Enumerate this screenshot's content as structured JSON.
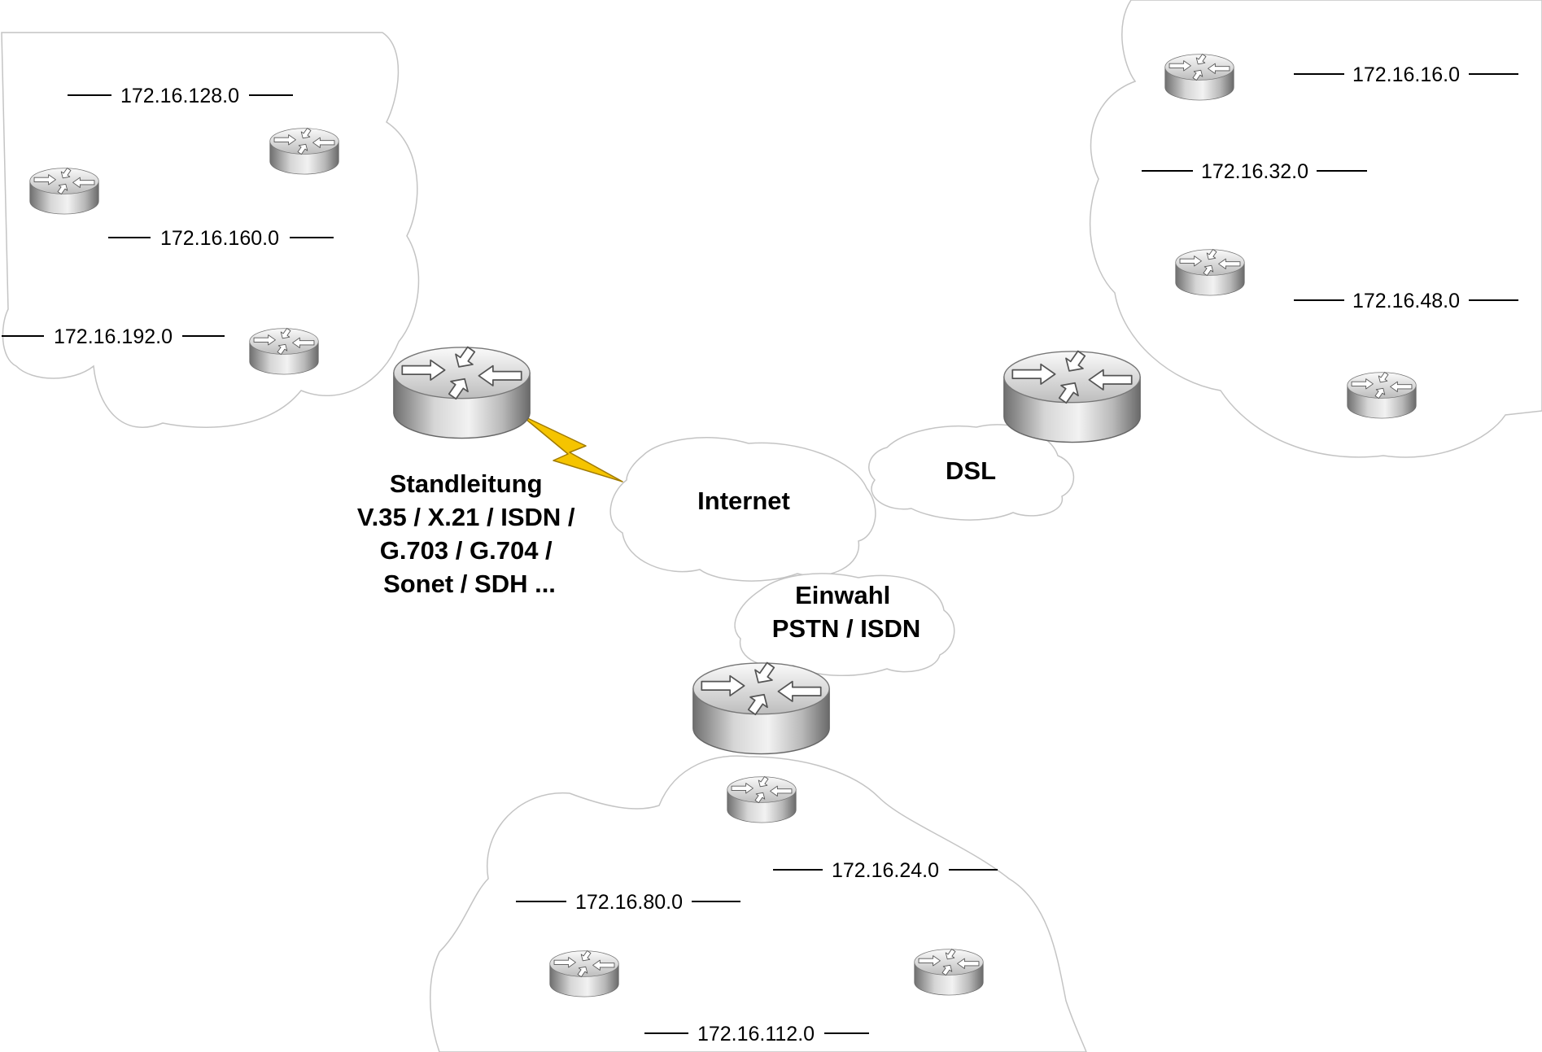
{
  "links": {
    "leased_line": [
      "Standleitung",
      "V.35 / X.21 / ISDN /",
      "G.703 / G.704 /",
      "Sonet / SDH ..."
    ],
    "internet": "Internet",
    "dsl": "DSL",
    "dialup": [
      "Einwahl",
      "PSTN / ISDN"
    ]
  },
  "sites": {
    "west": {
      "subnets": [
        "172.16.128.0",
        "172.16.160.0",
        "172.16.192.0"
      ]
    },
    "east": {
      "subnets": [
        "172.16.16.0",
        "172.16.32.0",
        "172.16.48.0"
      ]
    },
    "south": {
      "subnets": [
        "172.16.80.0",
        "172.16.24.0",
        "172.16.112.0"
      ]
    }
  },
  "icons": {
    "router": "router-icon",
    "serial_link": "lightning-bolt-icon"
  },
  "colors": {
    "serial_link": "#f5c400",
    "cloud_border": "#c4c4c4"
  }
}
